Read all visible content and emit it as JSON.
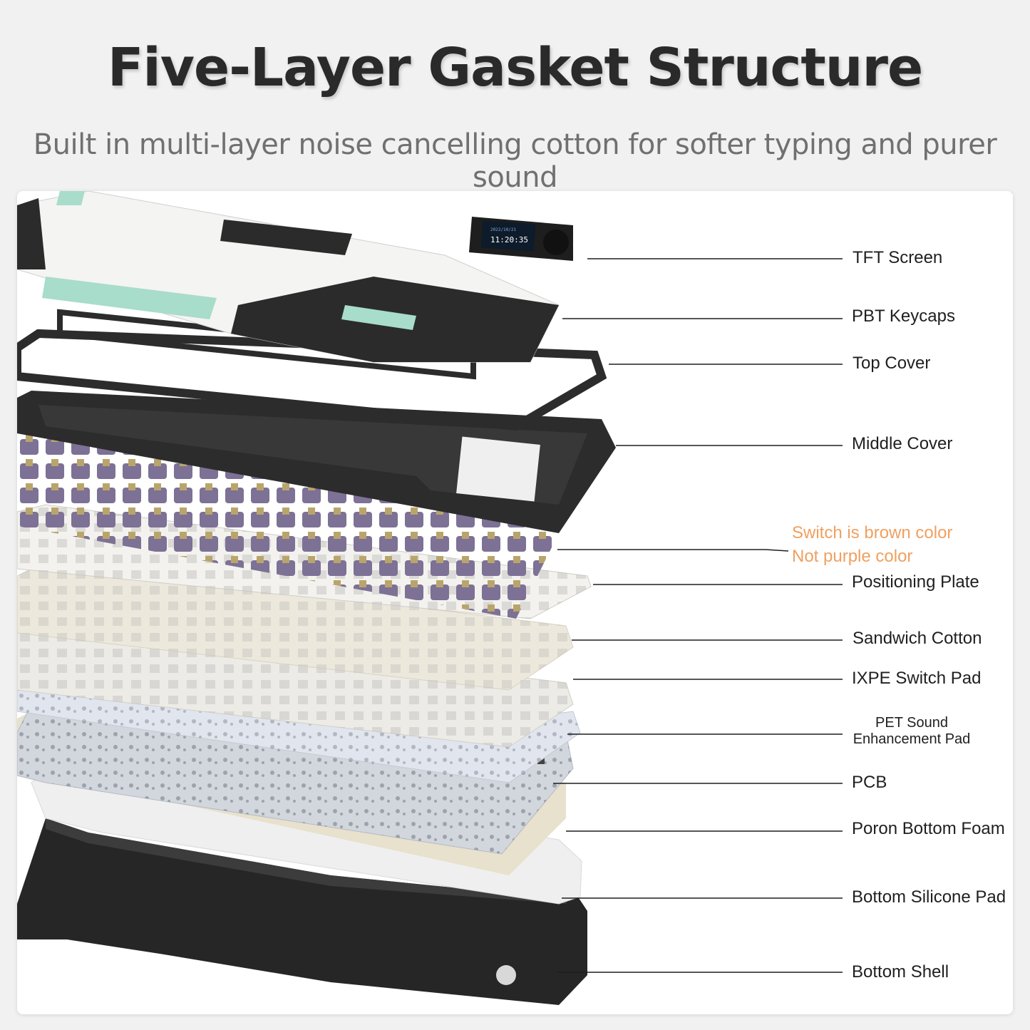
{
  "header": {
    "title": "Five-Layer Gasket Structure",
    "subtitle": "Built in multi-layer noise cancelling cotton for softer typing and purer sound"
  },
  "tft_display": {
    "date": "2022/10/21",
    "time": "11:20:35"
  },
  "note": {
    "line1": "Switch is brown color",
    "line2": "Not purple color",
    "color": "#f0a060"
  },
  "labels": [
    {
      "text": "TFT Screen"
    },
    {
      "text": "PBT Keycaps"
    },
    {
      "text": "Top Cover"
    },
    {
      "text": "Middle Cover"
    },
    {
      "text": "Positioning Plate"
    },
    {
      "text": "Sandwich Cotton"
    },
    {
      "text": "IXPE Switch Pad"
    },
    {
      "text": "PET Sound Enhancement Pad",
      "line1": "PET Sound",
      "line2": "Enhancement Pad"
    },
    {
      "text": "PCB"
    },
    {
      "text": "Poron Bottom Foam"
    },
    {
      "text": "Bottom Silicone Pad"
    },
    {
      "text": "Bottom Shell"
    }
  ],
  "colors": {
    "keycap_white": "#f4f4f2",
    "keycap_black": "#2b2b2b",
    "keycap_mint": "#a8dccb",
    "switch_purple": "#7d7196",
    "cover_black": "#2e2e2e",
    "foam_cream": "#ebe6d6",
    "pcb_silver": "#cfd3dc"
  }
}
